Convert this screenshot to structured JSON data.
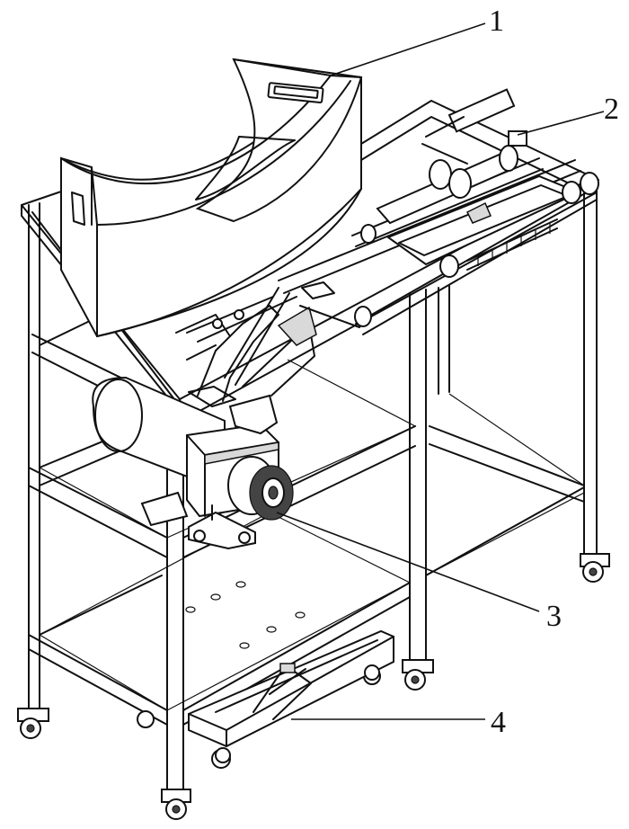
{
  "callouts": [
    {
      "id": "1",
      "label": "1"
    },
    {
      "id": "2",
      "label": "2"
    },
    {
      "id": "3",
      "label": "3"
    },
    {
      "id": "4",
      "label": "4"
    }
  ],
  "colors": {
    "line": "#111111",
    "background": "#ffffff",
    "shade": "#d9d9d9"
  }
}
